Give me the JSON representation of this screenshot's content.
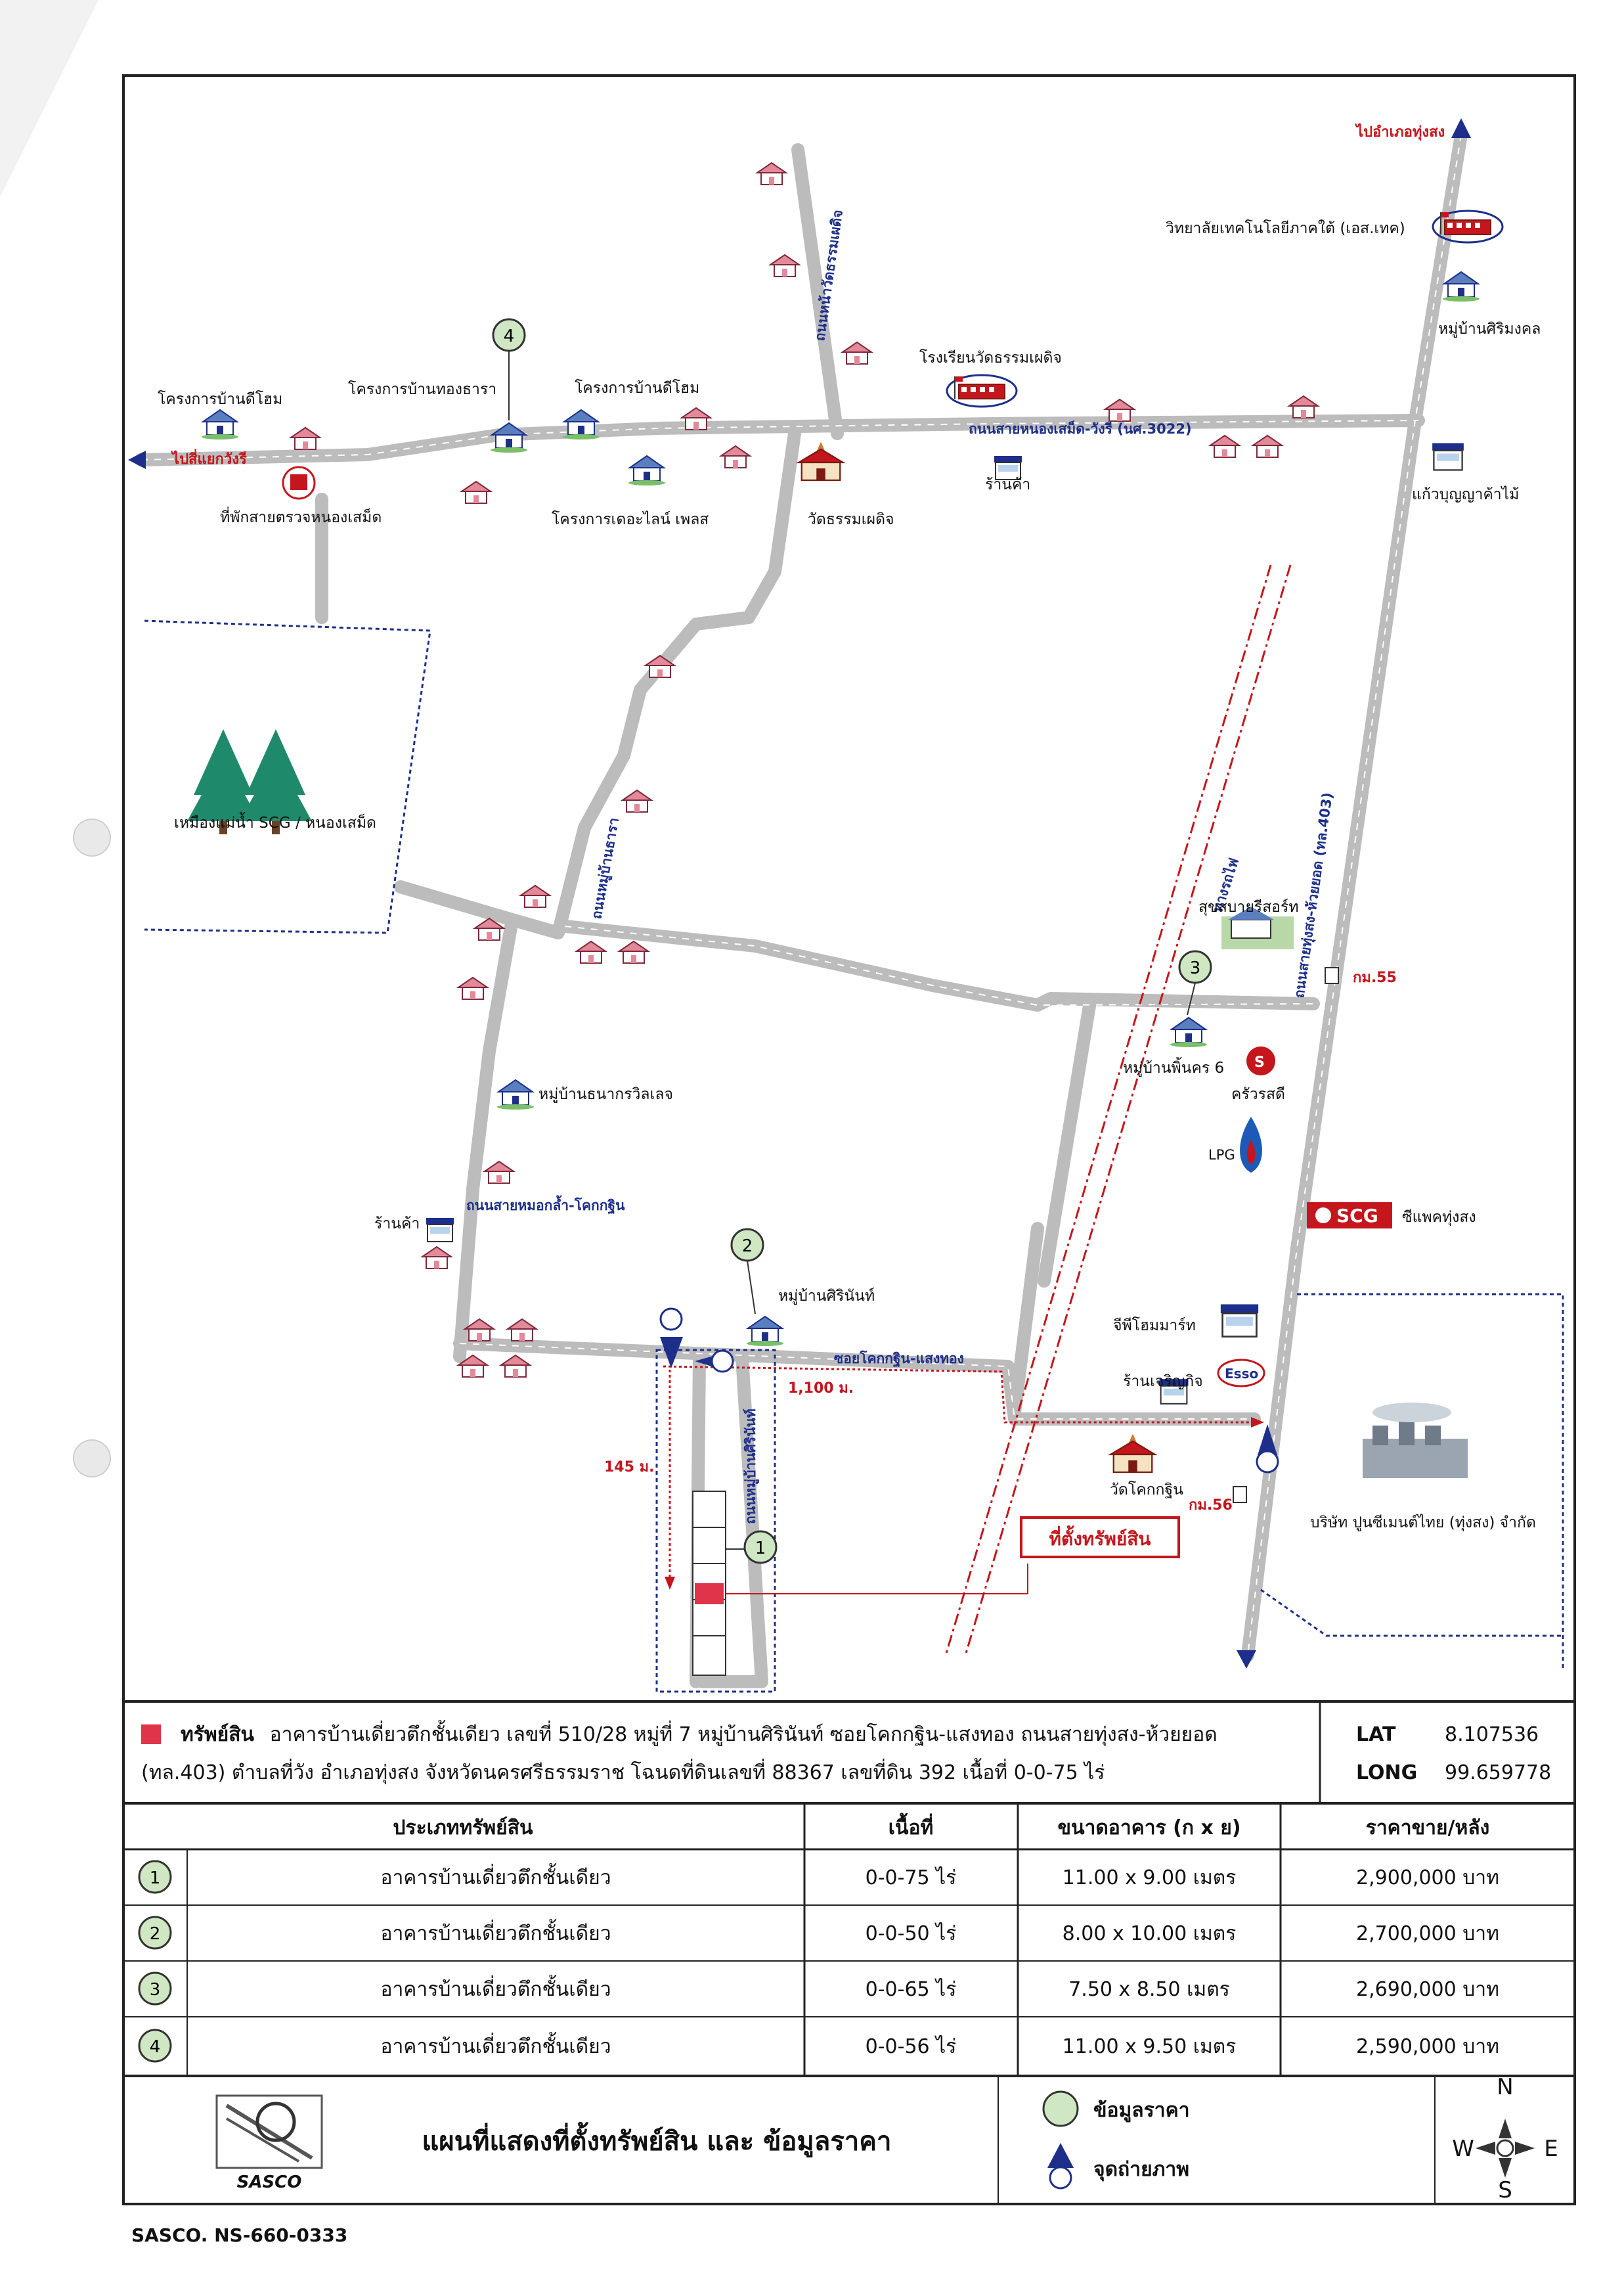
{
  "colors": {
    "road": "#bcbcbc",
    "accent_red": "#c4161c",
    "accent_blue": "#1d2f8a",
    "house_roof": "#e4899a",
    "tree": "#1f8a6b",
    "marker_green": "#cfe8c3"
  },
  "map": {
    "destinations": {
      "north": "ไปอำเภอทุ่งสง",
      "west": "ไปสี่แยกวังรี"
    },
    "roads": {
      "main_highway": "ถนนสายทุ่งสง-ห้วยยอด (ทล.403)",
      "nong_samed_road": "ถนนสายหนองเสม็ด-วังรี (นศ.3022)",
      "wat_road": "ถนนหน้าวัดธรรมเผดิจ",
      "rail": "ทางรถไฟ",
      "mok_road": "ถนนสายหมอกล้ำ-โคกกฐิน",
      "soi_khok": "ซอยโคกกฐิน-แสงทอง",
      "soi_village": "ถนนหมู่บ้านศิรินันท์",
      "north_lane": "ถนนหมู่บ้านธารา"
    },
    "places": {
      "college": "วิทยาลัยเทคโนโลยีภาคใต้ (เอส.เทค)",
      "mooban_sirimongkol": "หมู่บ้านศิริมงคล",
      "school": "โรงเรียนวัดธรรมเผดิจ",
      "dee_home_west": "โครงการบ้านดีโฮม",
      "thong_thara": "โครงการบ้านทองธารา",
      "dee_home_mid": "โครงการบ้านดีโฮม",
      "rest_stop": "ที่พักสายตรวจหนองเสม็ด",
      "the_lane": "โครงการเดอะไลน์ เพลส",
      "wat_thammaphadet": "วัดธรรมเผดิจ",
      "shop_north": "ร้านค้า",
      "kaew_bunya": "แก้วบุญญาค้าไม้",
      "forest": "เหมืองแม่น้ำ SCG / หนองเสม็ด",
      "suk_sabai": "สุขสบายรีสอร์ท",
      "km55": "กม.55",
      "phiphat_6": "หมู่บ้านพิ้นคร 6",
      "fuel": "ครัวรสดี",
      "lpg": "LPG",
      "scg_logo": "SCG",
      "scg_name": "ซีแพคทุ่งสง",
      "thanakorn": "หมู่บ้านธนากรวิลเลจ",
      "shop_west": "ร้านค้า",
      "sirinan": "หมู่บ้านศิรินันท์",
      "gp_homemart": "จีพีโฮมมาร์ท",
      "shop_charoen": "ร้านเจริญกิจ",
      "esso": "Esso",
      "wat_khok": "วัดโคกกฐิน",
      "km56": "กม.56",
      "cement": "บริษัท ปูนซีเมนต์ไทย (ทุ่งสง) จำกัด",
      "property_label": "ที่ตั้งทรัพย์สิน",
      "dist_1100": "1,100 ม.",
      "dist_145": "145 ม."
    },
    "markers": {
      "m1": "1",
      "m2": "2",
      "m3": "3",
      "m4": "4"
    }
  },
  "property": {
    "title": "ทรัพย์สิน",
    "line1": "อาคารบ้านเดี่ยวตึกชั้นเดียว เลขที่ 510/28 หมู่ที่ 7 หมู่บ้านศิรินันท์ ซอยโคกกฐิน-แสงทอง ถนนสายทุ่งสง-ห้วยยอด",
    "line2": "(ทล.403) ตำบลที่วัง อำเภอทุ่งสง จังหวัดนครศรีธรรมราช  โฉนดที่ดินเลขที่ 88367 เลขที่ดิน 392  เนื้อที่ 0-0-75 ไร่",
    "lat_label": "LAT",
    "lat": "8.107536",
    "long_label": "LONG",
    "long": "99.659778"
  },
  "table": {
    "headers": [
      "ประเภททรัพย์สิน",
      "เนื้อที่",
      "ขนาดอาคาร (ก x ย)",
      "ราคาขาย/หลัง"
    ],
    "rows": [
      {
        "no": "1",
        "type": "อาคารบ้านเดี่ยวตึกชั้นเดียว",
        "area": "0-0-75 ไร่",
        "size": "11.00 x 9.00 เมตร",
        "price": "2,900,000 บาท"
      },
      {
        "no": "2",
        "type": "อาคารบ้านเดี่ยวตึกชั้นเดียว",
        "area": "0-0-50 ไร่",
        "size": "8.00 x 10.00 เมตร",
        "price": "2,700,000 บาท"
      },
      {
        "no": "3",
        "type": "อาคารบ้านเดี่ยวตึกชั้นเดียว",
        "area": "0-0-65 ไร่",
        "size": "7.50 x 8.50 เมตร",
        "price": "2,690,000 บาท"
      },
      {
        "no": "4",
        "type": "อาคารบ้านเดี่ยวตึกชั้นเดียว",
        "area": "0-0-56 ไร่",
        "size": "11.00 x 9.50 เมตร",
        "price": "2,590,000 บาท"
      }
    ]
  },
  "footer": {
    "logo_text": "SASCO",
    "title": "แผนที่แสดงที่ตั้งทรัพย์สิน และ ข้อมูลราคา",
    "legend_price": "ข้อมูลราคา",
    "legend_photo": "จุดถ่ายภาพ",
    "compass": {
      "n": "N",
      "s": "S",
      "e": "E",
      "w": "W"
    },
    "doc_code": "SASCO. NS-660-0333"
  }
}
